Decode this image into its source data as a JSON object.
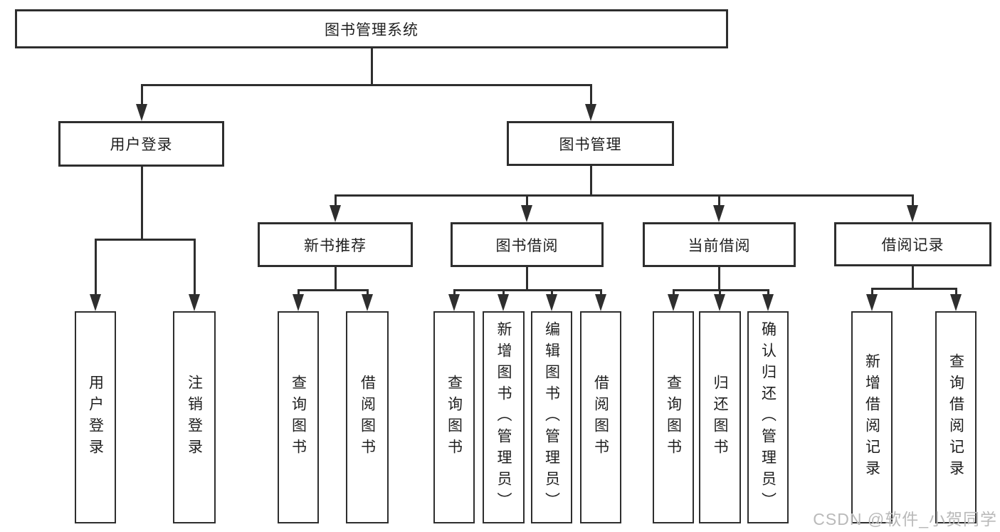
{
  "diagram": {
    "type": "tree",
    "root": {
      "label": "图书管理系统",
      "children": [
        {
          "label": "用户登录",
          "children": [
            {
              "label": "用户登录"
            },
            {
              "label": "注销登录"
            }
          ]
        },
        {
          "label": "图书管理",
          "children": [
            {
              "label": "新书推荐",
              "children": [
                {
                  "label": "查询图书"
                },
                {
                  "label": "借阅图书"
                }
              ]
            },
            {
              "label": "图书借阅",
              "children": [
                {
                  "label": "查询图书"
                },
                {
                  "label": "新增图书（管理员）"
                },
                {
                  "label": "编辑图书（管理员）"
                },
                {
                  "label": "借阅图书"
                }
              ]
            },
            {
              "label": "当前借阅",
              "children": [
                {
                  "label": "查询图书"
                },
                {
                  "label": "归还图书"
                },
                {
                  "label": "确认归还（管理员）"
                }
              ]
            },
            {
              "label": "借阅记录",
              "children": [
                {
                  "label": "新增借阅记录"
                },
                {
                  "label": "查询借阅记录"
                }
              ]
            }
          ]
        }
      ]
    }
  },
  "watermark": {
    "text": "CSDN @软件_小贺同学"
  },
  "colors": {
    "line": "#2e2e2e",
    "box_border": "#2e2e2e",
    "text": "#1f1f1f",
    "background": "#ffffff",
    "watermark": "#b9b9b9"
  }
}
